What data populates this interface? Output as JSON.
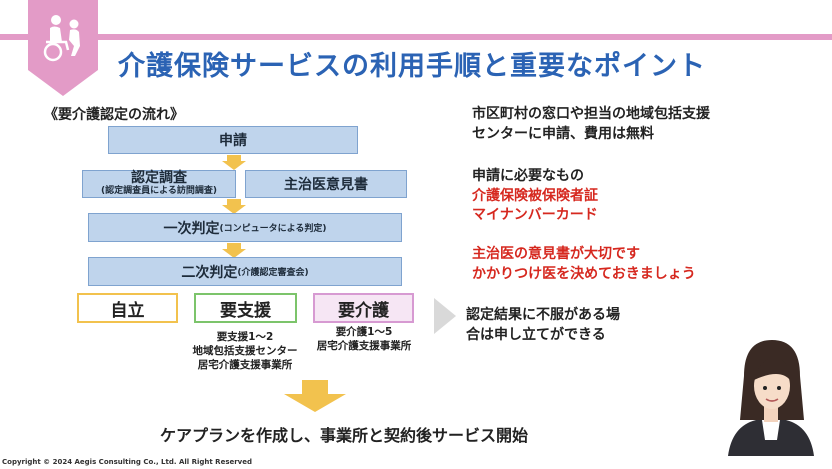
{
  "title": "介護保険サービスの利用手順と重要なポイント",
  "section_label": "《要介護認定の流れ》",
  "flow": {
    "apply": "申請",
    "survey": "認定調査",
    "survey_note": "(認定調査員による訪問調査)",
    "doctor": "主治医意見書",
    "first": "一次判定",
    "first_note": "(コンピュータによる判定)",
    "second": "二次判定",
    "second_note": "(介護認定審査会)"
  },
  "outcomes": {
    "independent": "自立",
    "support": "要支援",
    "care": "要介護",
    "support_detail": [
      "要支援1～2",
      "地域包括支援センター",
      "居宅介護支援事業所"
    ],
    "care_detail": [
      "要介護1～5",
      "居宅介護支援事業所"
    ]
  },
  "right_notes": {
    "apply_note": [
      "市区町村の窓口や担当の地域包括支援",
      "センターに申請、費用は無料"
    ],
    "required": "申請に必要なもの",
    "required_items": [
      "介護保険被保険者証",
      "マイナンバーカード"
    ],
    "doctor_note": [
      "主治医の意見書が大切です",
      "かかりつけ医を決めておきましょう"
    ],
    "appeal": [
      "認定結果に不服がある場",
      "合は申し立てができる"
    ]
  },
  "bottom": "ケアプランを作成し、事業所と契約後サービス開始",
  "footer": "Copyright © 2024 Aegis Consulting Co., Ltd. All Right Reserved",
  "colors": {
    "accent_pink": "#e39bc7",
    "title_blue": "#2b63b4",
    "flow_box": "#bfd4ec",
    "arrow_yellow": "#f2c24e",
    "independent_border": "#f2c24e",
    "support_border": "#7cc46b",
    "care_border": "#d79ad2",
    "note_red": "#d6281f"
  },
  "icons": {
    "badge": "caregiver-wheelchair-icon",
    "person": "presenter-woman-illustration"
  }
}
